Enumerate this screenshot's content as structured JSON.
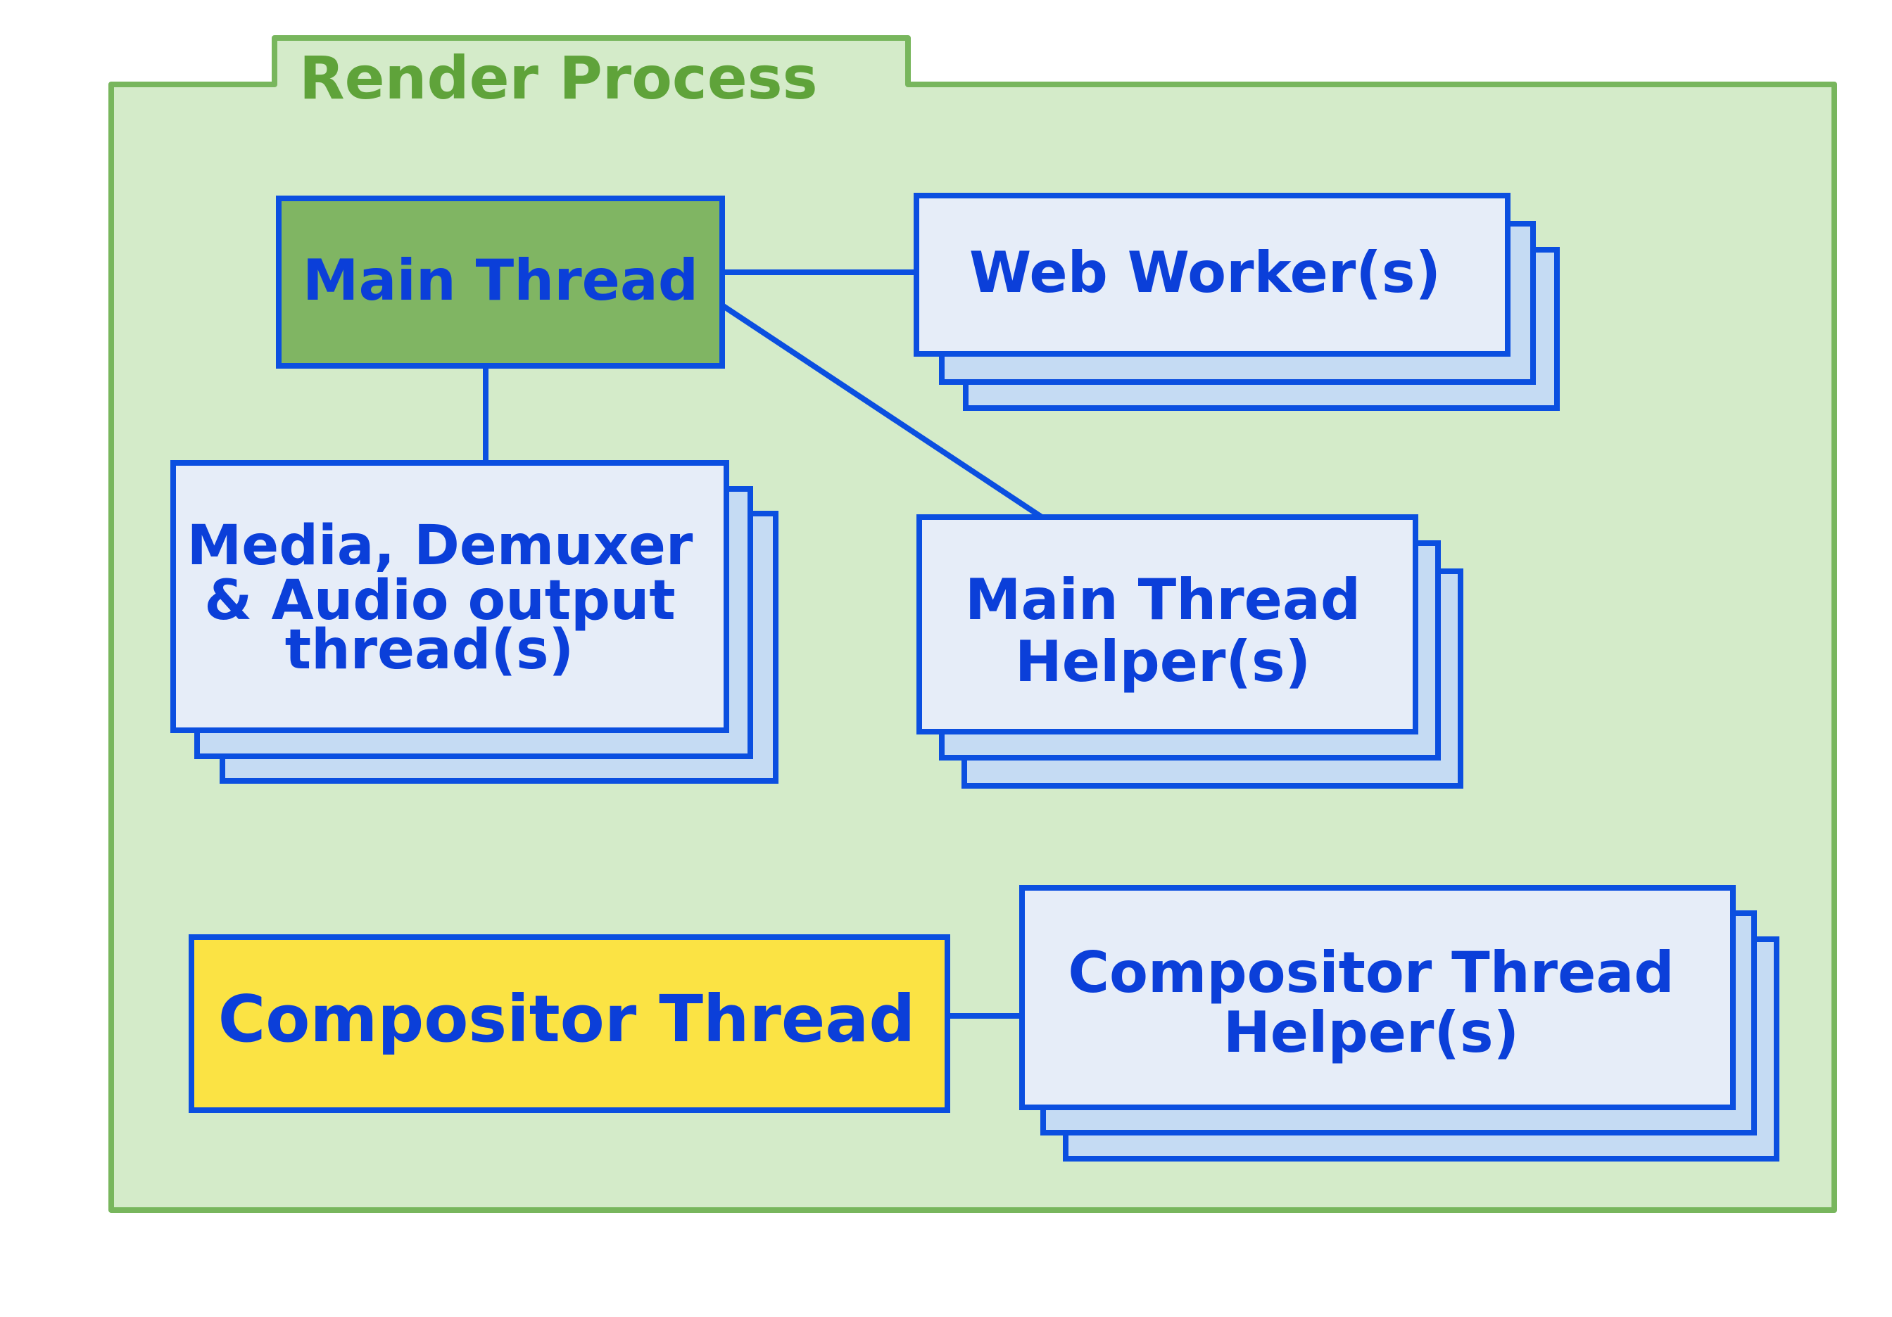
{
  "diagram": {
    "container_label": "Render Process",
    "nodes": {
      "main_thread": {
        "label": "Main Thread"
      },
      "web_workers": {
        "label": "Web Worker(s)"
      },
      "media_threads": {
        "label_lines": [
          "Media, Demuxer",
          "& Audio output",
          "thread(s)"
        ]
      },
      "main_thread_helpers": {
        "label_lines": [
          "Main Thread",
          "Helper(s)"
        ]
      },
      "compositor_thread": {
        "label": "Compositor Thread"
      },
      "compositor_helpers": {
        "label_lines": [
          "Compositor Thread",
          "Helper(s)"
        ]
      }
    },
    "colors": {
      "process_fill": "#d4ebc9",
      "process_border": "#78b65d",
      "process_label": "#5fa33a",
      "main_thread_fill": "#80b563",
      "compositor_fill": "#fbe344",
      "stack_fill": "#e6edf8",
      "stack_shadow_fill": "#c5dbf3",
      "line": "#0b4fe0",
      "text": "#0b3fd9"
    }
  }
}
